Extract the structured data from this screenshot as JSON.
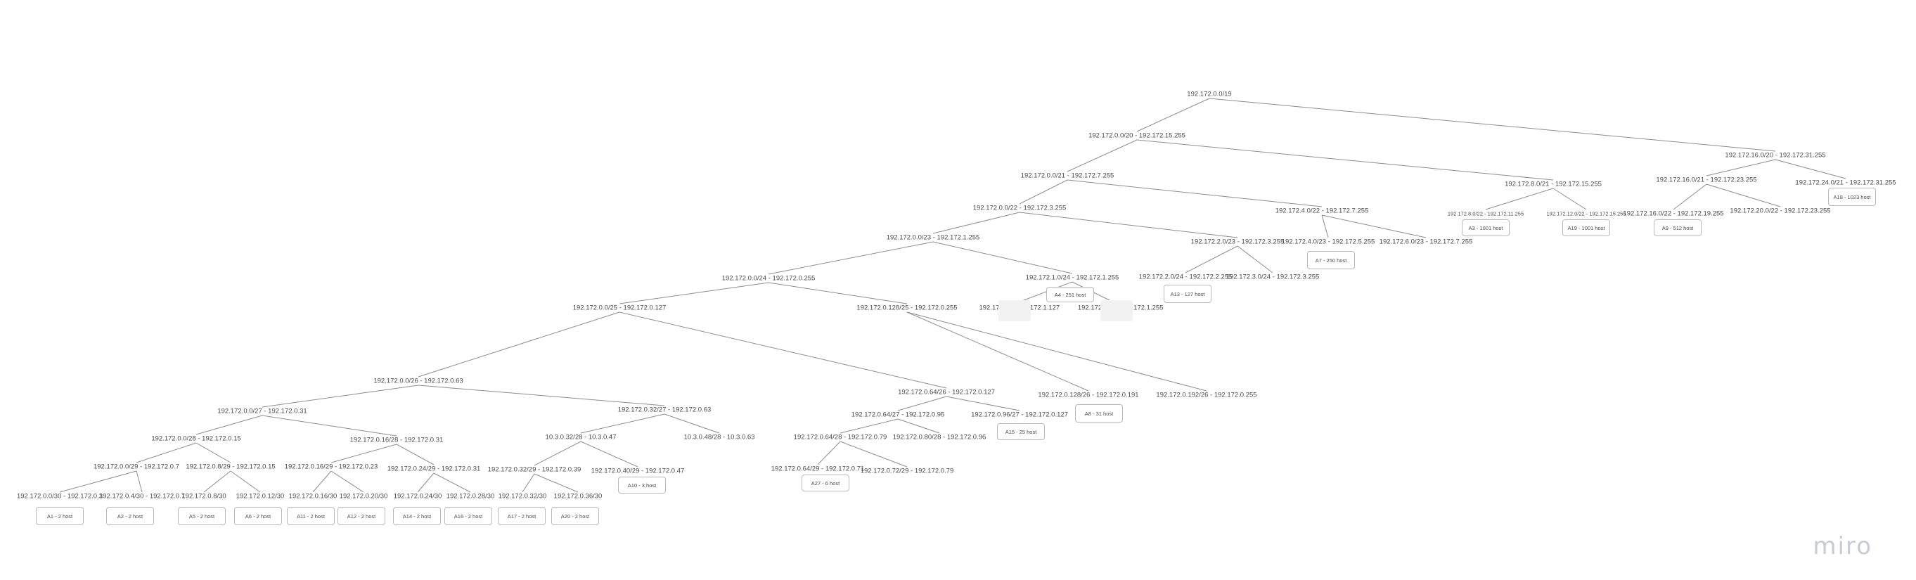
{
  "logo_text": "miro",
  "nodes": {
    "n0": "192.172.0.0/19",
    "n1": "192.172.0.0/20 - 192.172.15.255",
    "n2": "192.172.16.0/20 - 192.172.31.255",
    "n3": "192.172.0.0/21 - 192.172.7.255",
    "n4": "192.172.8.0/21 - 192.172.15.255",
    "n5": "192.172.16.0/21 - 192.172.23.255",
    "n6": "192.172.24.0/21 - 192.172.31.255",
    "n7": "192.172.0.0/22 - 192.172.3.255",
    "n8": "192.172.4.0/22 - 192.172.7.255",
    "n9": "192.172.8.0/22 - 192.172.11.255",
    "n10": "192.172.12.0/22 - 192.172.15.255",
    "n11": "192.172.16.0/22 - 192.172.19.255",
    "n12": "192.172.20.0/22 - 192.172.23.255",
    "n13": "192.172.0.0/23 - 192.172.1.255",
    "n14": "192.172.2.0/23 - 192.172.3.255",
    "n15": "192.172.4.0/23 - 192.172.5.255",
    "n16": "192.172.6.0/23 - 192.172.7.255",
    "n17": "192.172.0.0/24 - 192.172.0.255",
    "n18": "192.172.1.0/24 - 192.172.1.255",
    "n19": "192.172.2.0/24 - 192.172.2.255",
    "n20": "192.172.3.0/24 - 192.172.3.255",
    "n21": "192.172.0.0/25 - 192.172.0.127",
    "n22": "192.172.0.128/25 - 192.172.0.255",
    "n23": "192.17",
    "n23b": "172.1.127",
    "n24": "192.172",
    "n24b": ".172.1.255",
    "n25": "192.172.0.0/26 - 192.172.0.63",
    "n26": "192.172.0.64/26 - 192.172.0.127",
    "n27": "192.172.0.128/26 - 192.172.0.191",
    "n28": "192.172.0.192/26 - 192.172.0.255",
    "n29": "192.172.0.0/27 - 192.172.0.31",
    "n30": "192.172.0.32/27 - 192.172.0.63",
    "n31": "192.172.0.64/27 - 192.172.0.95",
    "n32": "192.172.0.96/27 - 192.172.0.127",
    "n33": "192.172.0.0/28 - 192.172.0.15",
    "n34": "192.172.0.16/28 - 192.172.0.31",
    "n35": "10.3.0.32/28 - 10.3.0.47",
    "n36": "10.3.0.48/28 - 10.3.0.63",
    "n37": "192.172.0.64/28 - 192.172.0.79",
    "n38": "192.172.0.80/28 - 192.172.0.96",
    "n39": "192.172.0.0/29 - 192.172.0.7",
    "n40": "192.172.0.8/29 - 192.172.0.15",
    "n41": "192.172.0.16/29 - 192.172.0.23",
    "n42": "192.172.0.24/29 - 192.172.0.31",
    "n43": "192.172.0.32/29 - 192.172.0.39",
    "n44": "192.172.0.40/29 - 192.172.0.47",
    "n45": "192.172.0.64/29 - 192.172.0.71",
    "n46": "192.172.0.72/29 - 192.172.0.79",
    "n47": "192.172.0.0/30 - 192.172.0.3",
    "n48": "192.172.0.4/30 - 192.172.0.7",
    "n49": "192.172.0.8/30",
    "n50": "192.172.0.12/30",
    "n51": "192.172.0.16/30",
    "n52": "192.172.0.20/30",
    "n53": "192.172.0.24/30",
    "n54": "192.172.0.28/30",
    "n55": "192.172.0.32/30",
    "n56": "192.172.0.36/30"
  },
  "host_boxes": {
    "h1": "A1 - 2 host",
    "h2": "A2 - 2 host",
    "h3": "A5 - 2 host",
    "h4": "A6 - 2 host",
    "h5": "A11 - 2 host",
    "h6": "A12 - 2 host",
    "h7": "A14 - 2 host",
    "h8": "A16 - 2 host",
    "h9": "A17 - 2 host",
    "h10": "A20 - 2 host",
    "h11": "A10 - 3 host",
    "h12": "A27 - 6 host",
    "h13": "A15 - 25 host",
    "h14": "A8 - 31 host",
    "h15": "A4 - 251 host",
    "h16": "A13 - 127 host",
    "h17": "A7 - 250 host",
    "h18": "A3 - 1001 host",
    "h19": "A19 - 1001 host",
    "h20": "A9 - 512 host",
    "h21": "A18 - 1023 host"
  }
}
